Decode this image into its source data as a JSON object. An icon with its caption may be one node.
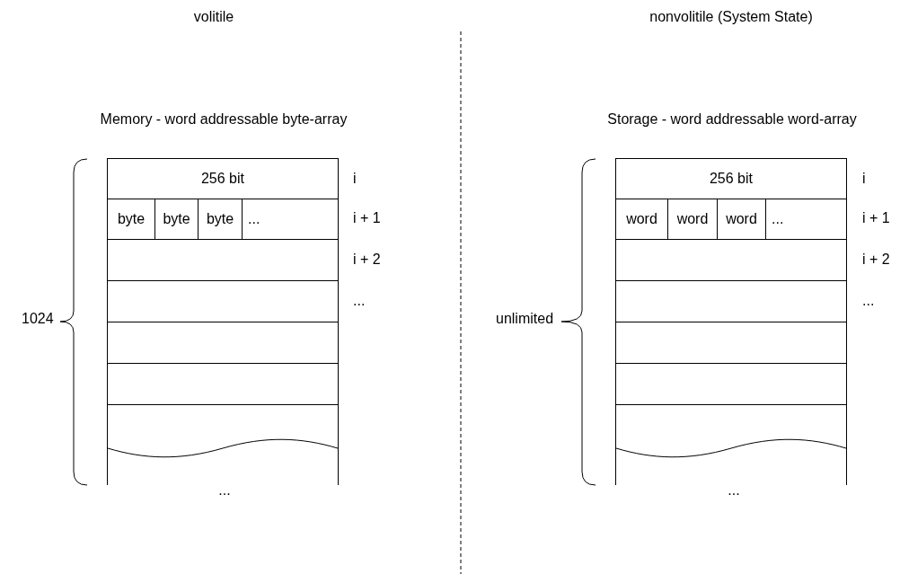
{
  "diagram": {
    "nodes": [
      {
        "text": [
          "Memory - word addressable byte-array"
        ]
      },
      {
        "text": [
          "256 bit"
        ],
        "in": 0
      },
      {
        "text": [],
        "shape": "box",
        "in": 0
      },
      {
        "text": [
          "byte"
        ],
        "in": 2
      },
      {
        "text": [
          "byte"
        ],
        "in": 2
      },
      {
        "text": [
          "byte"
        ],
        "in": 2
      },
      {
        "text": [
          "..."
        ],
        "in": 2
      },
      {
        "text": [],
        "shape": "box",
        "in": 0
      },
      {
        "text": [],
        "shape": "box",
        "in": 0
      },
      {
        "text": [],
        "shape": "box",
        "in": 0
      },
      {
        "text": [],
        "shape": "box",
        "in": 0
      },
      {
        "text": [],
        "shape": "box",
        "in": 0
      },
      {
        "text": [
          "Storage - word addressable word-array"
        ]
      },
      {
        "text": [
          "256 bit"
        ],
        "in": 12
      },
      {
        "text": [],
        "shape": "box",
        "in": 12
      },
      {
        "text": [
          "word"
        ],
        "in": 14
      },
      {
        "text": [
          "word"
        ],
        "in": 14
      },
      {
        "text": [
          "word"
        ],
        "in": 14
      },
      {
        "text": [
          "..."
        ],
        "in": 14
      },
      {
        "text": [],
        "shape": "box",
        "in": 12
      },
      {
        "text": [],
        "shape": "box",
        "in": 12
      },
      {
        "text": [],
        "shape": "box",
        "in": 12
      },
      {
        "text": [],
        "shape": "box",
        "in": 12
      },
      {
        "text": [],
        "shape": "box",
        "in": 12
      }
    ],
    "labels": [
      "volitile",
      "nonvolitile (System State)",
      "i",
      "i + 1",
      "i + 2",
      "...",
      "1024",
      "...",
      "i",
      "i + 1",
      "i + 2",
      "...",
      "unlimited",
      "..."
    ]
  }
}
